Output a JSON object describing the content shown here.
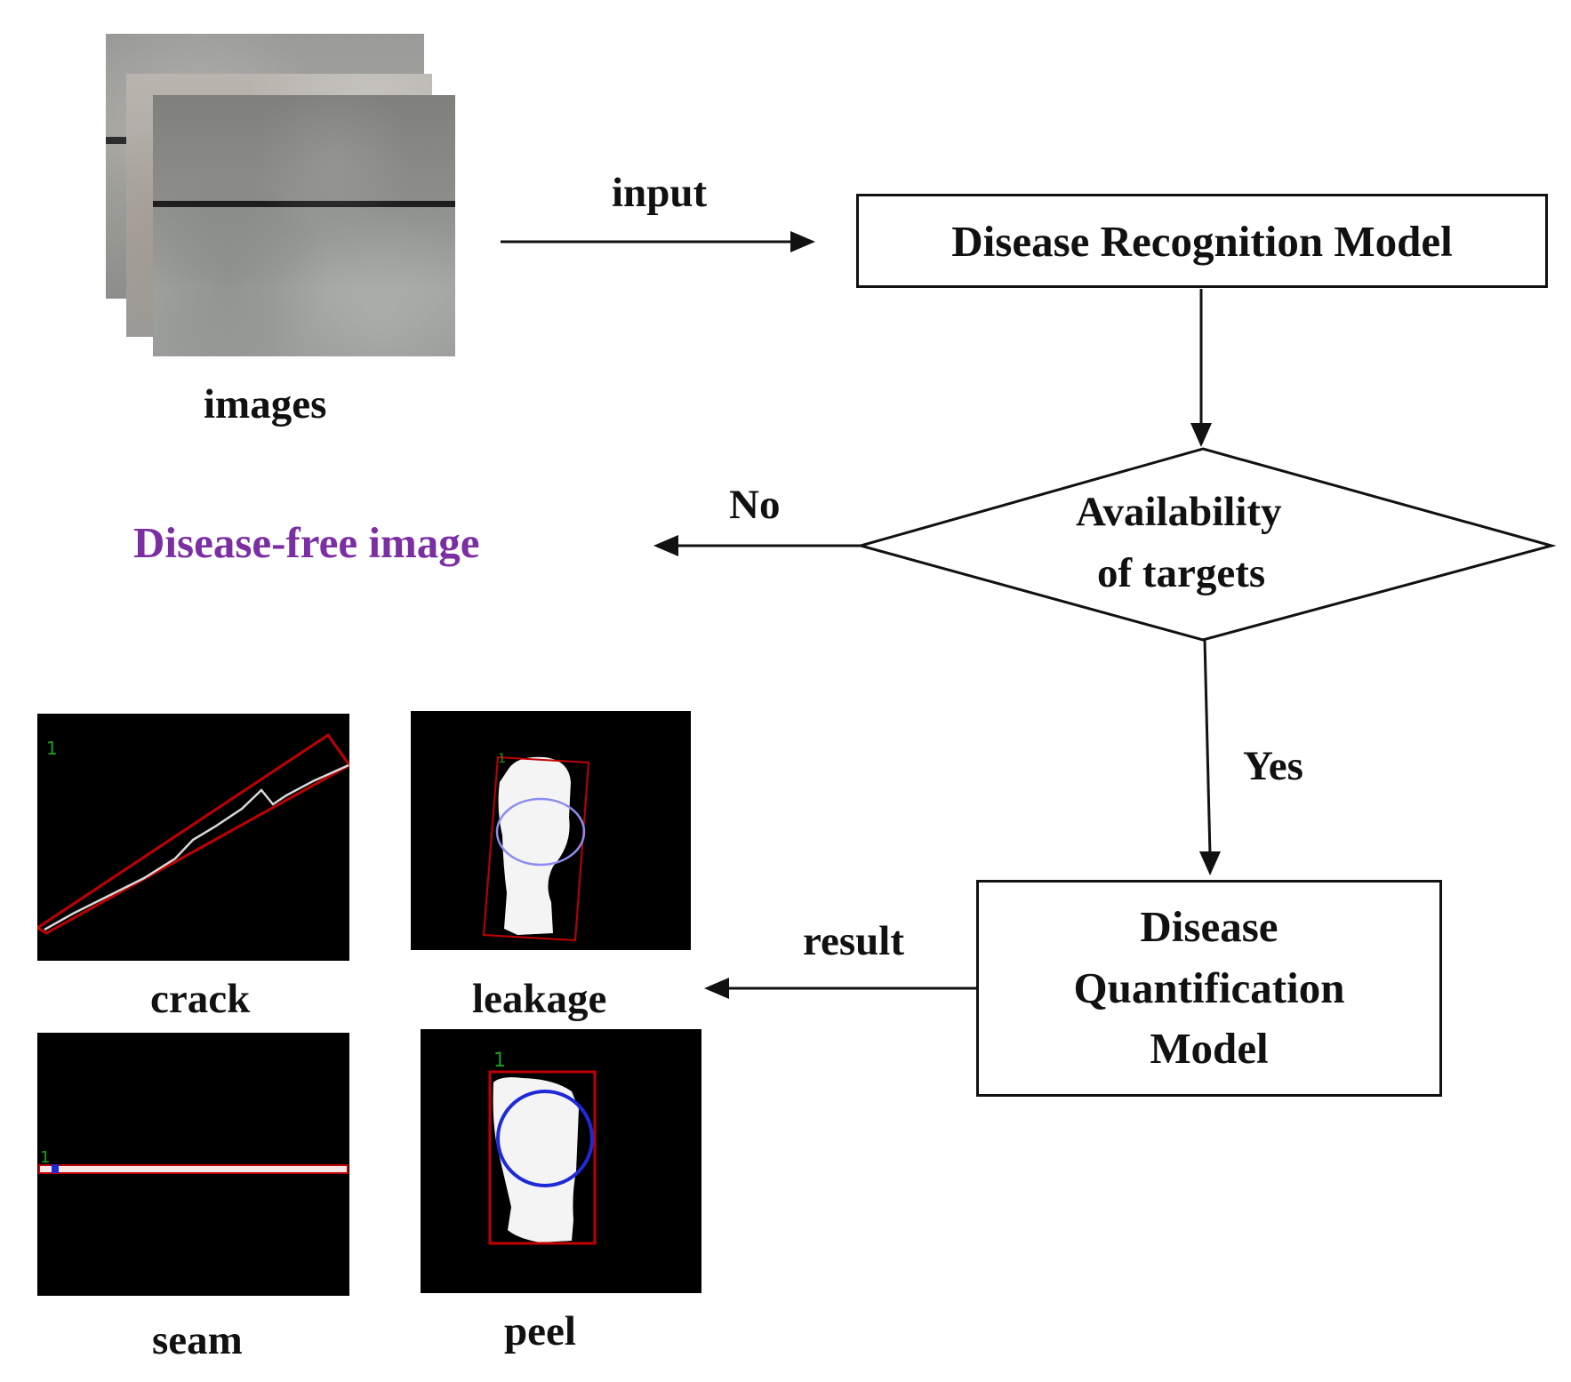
{
  "nodes": {
    "images_label": "images",
    "recognition_model": "Disease Recognition Model",
    "decision_line1": "Availability",
    "decision_line2": "of targets",
    "quant_line1": "Disease",
    "quant_line2": "Quantification",
    "quant_line3": "Model",
    "disease_free": "Disease-free image"
  },
  "edges": {
    "input": "input",
    "no": "No",
    "yes": "Yes",
    "result": "result"
  },
  "results": {
    "crack": "crack",
    "leakage": "leakage",
    "seam": "seam",
    "peel": "peel",
    "marker_id": "1"
  },
  "colors": {
    "disease_free_text": "#7B2FA3",
    "bbox": "#C00000",
    "fit_circle": "#1E2AD8",
    "fit_circle_light": "#8C8CF0",
    "marker": "#19A019",
    "line": "#111111"
  }
}
